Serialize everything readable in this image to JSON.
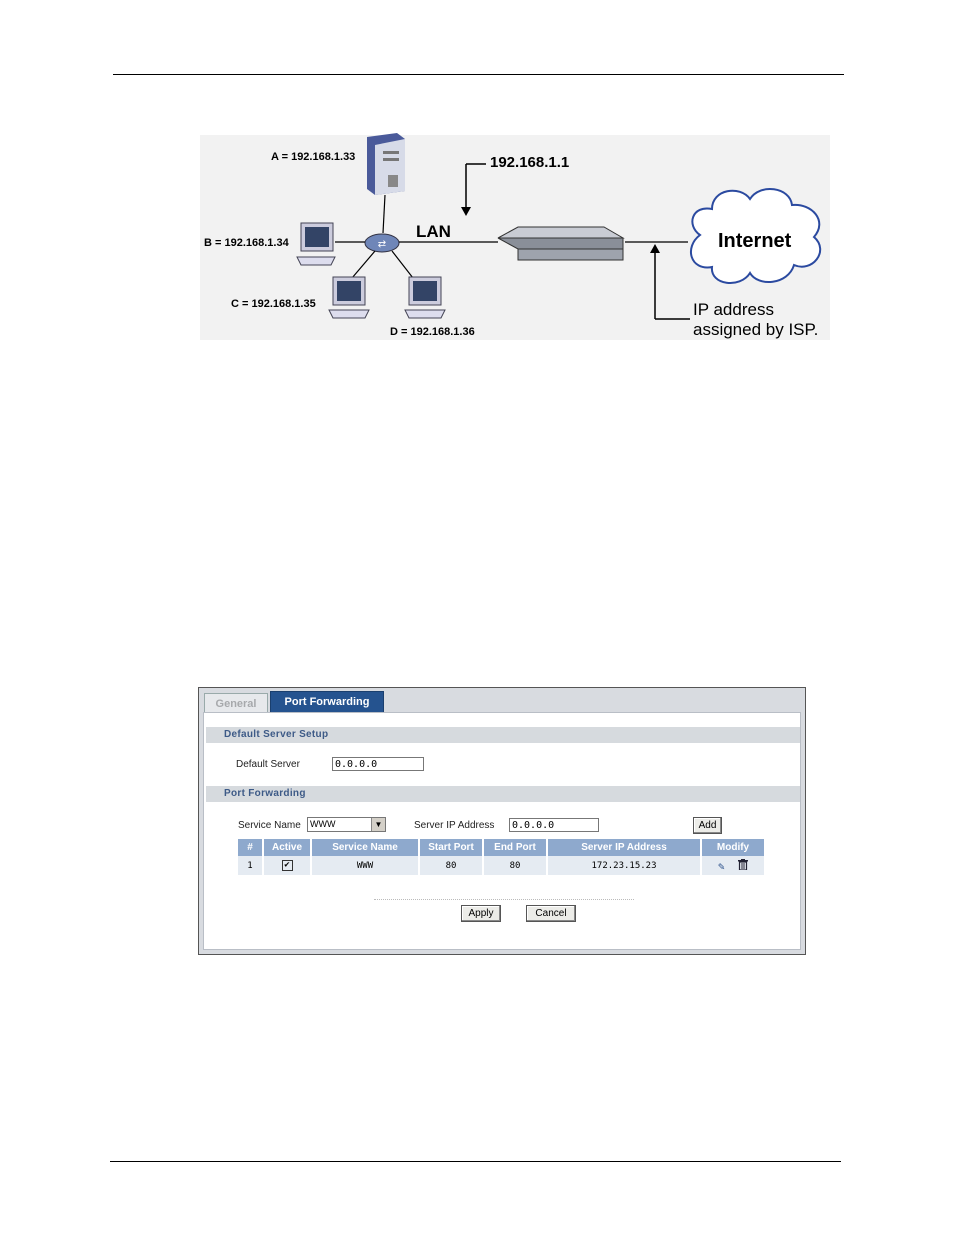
{
  "diagram": {
    "host_a": "A = 192.168.1.33",
    "host_b": "B = 192.168.1.34",
    "host_c": "C  = 192.168.1.35",
    "host_d": "D = 192.168.1.36",
    "router_ip": "192.168.1.1",
    "lan_label": "LAN",
    "internet_label": "Internet",
    "isp_label_line1": "IP address",
    "isp_label_line2": "assigned by ISP."
  },
  "screen": {
    "tabs": {
      "general": "General",
      "port_forwarding": "Port Forwarding"
    },
    "default_section": {
      "title": "Default Server Setup",
      "default_server_label": "Default Server",
      "default_server_value": "0.0.0.0"
    },
    "pf_section": {
      "title": "Port Forwarding",
      "service_name_label": "Service Name",
      "service_name_value": "WWW",
      "server_ip_label": "Server IP Address",
      "server_ip_value": "0.0.0.0",
      "add_label": "Add"
    },
    "table": {
      "headers": [
        "#",
        "Active",
        "Service Name",
        "Start Port",
        "End Port",
        "Server IP Address",
        "Modify"
      ],
      "rows": [
        {
          "index": "1",
          "active": "✔",
          "service": "WWW",
          "start": "80",
          "end": "80",
          "ip": "172.23.15.23"
        }
      ]
    },
    "apply_label": "Apply",
    "cancel_label": "Cancel"
  }
}
